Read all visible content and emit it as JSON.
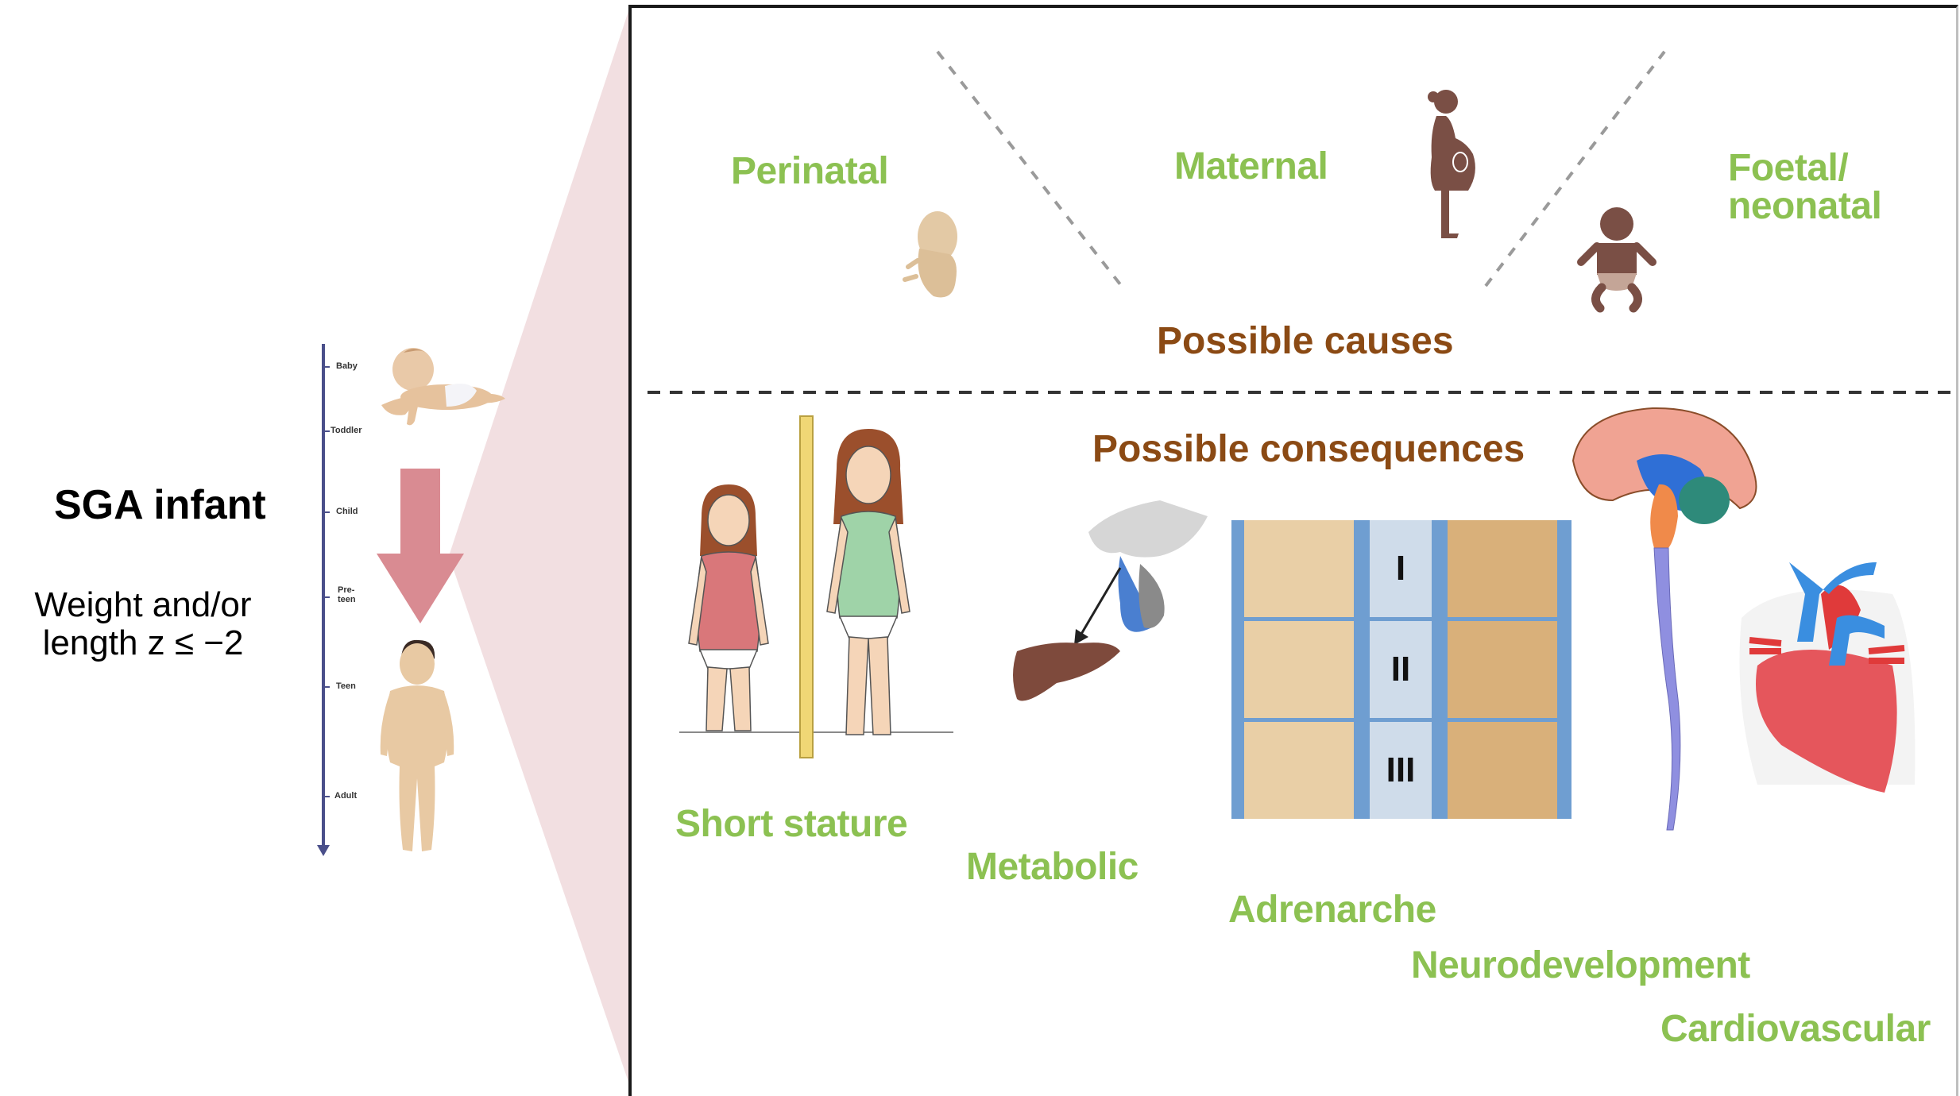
{
  "left_panel": {
    "title": "SGA infant",
    "criteria_line1": "Weight and/or",
    "criteria_line2": "length z ≤ −2",
    "timeline": {
      "labels": [
        "Baby",
        "Toddler",
        "Child",
        "Pre-teen",
        "Teen",
        "Adult"
      ],
      "axis_color": "#4a4f8a",
      "arrow_color": "#d98b92"
    },
    "funnel_color": "#f2dfe1"
  },
  "causes": {
    "heading": "Possible causes",
    "items": [
      {
        "label": "Perinatal",
        "icon": "fetus-icon"
      },
      {
        "label": "Maternal",
        "icon": "pregnant-woman-icon"
      },
      {
        "label_line1": "Foetal/",
        "label_line2": "neonatal",
        "icon": "baby-icon"
      }
    ]
  },
  "consequences": {
    "heading": "Possible consequences",
    "items": [
      {
        "label": "Short stature",
        "icon": "height-comparison-illustration"
      },
      {
        "label": "Metabolic",
        "icon": "pituitary-liver-illustration"
      },
      {
        "label": "Adrenarche",
        "icon": "pubic-hair-stages-illustration",
        "stages": [
          "I",
          "II",
          "III"
        ]
      },
      {
        "label": "Neurodevelopment",
        "icon": "brain-icon"
      },
      {
        "label": "Cardiovascular",
        "icon": "heart-icon"
      }
    ]
  },
  "colors": {
    "category_green": "#8cc152",
    "heading_brown": "#8b4a14",
    "icon_brown": "#7a4f45",
    "dashed_line": "#333333",
    "divider_dashed": "#9a9a9a"
  }
}
